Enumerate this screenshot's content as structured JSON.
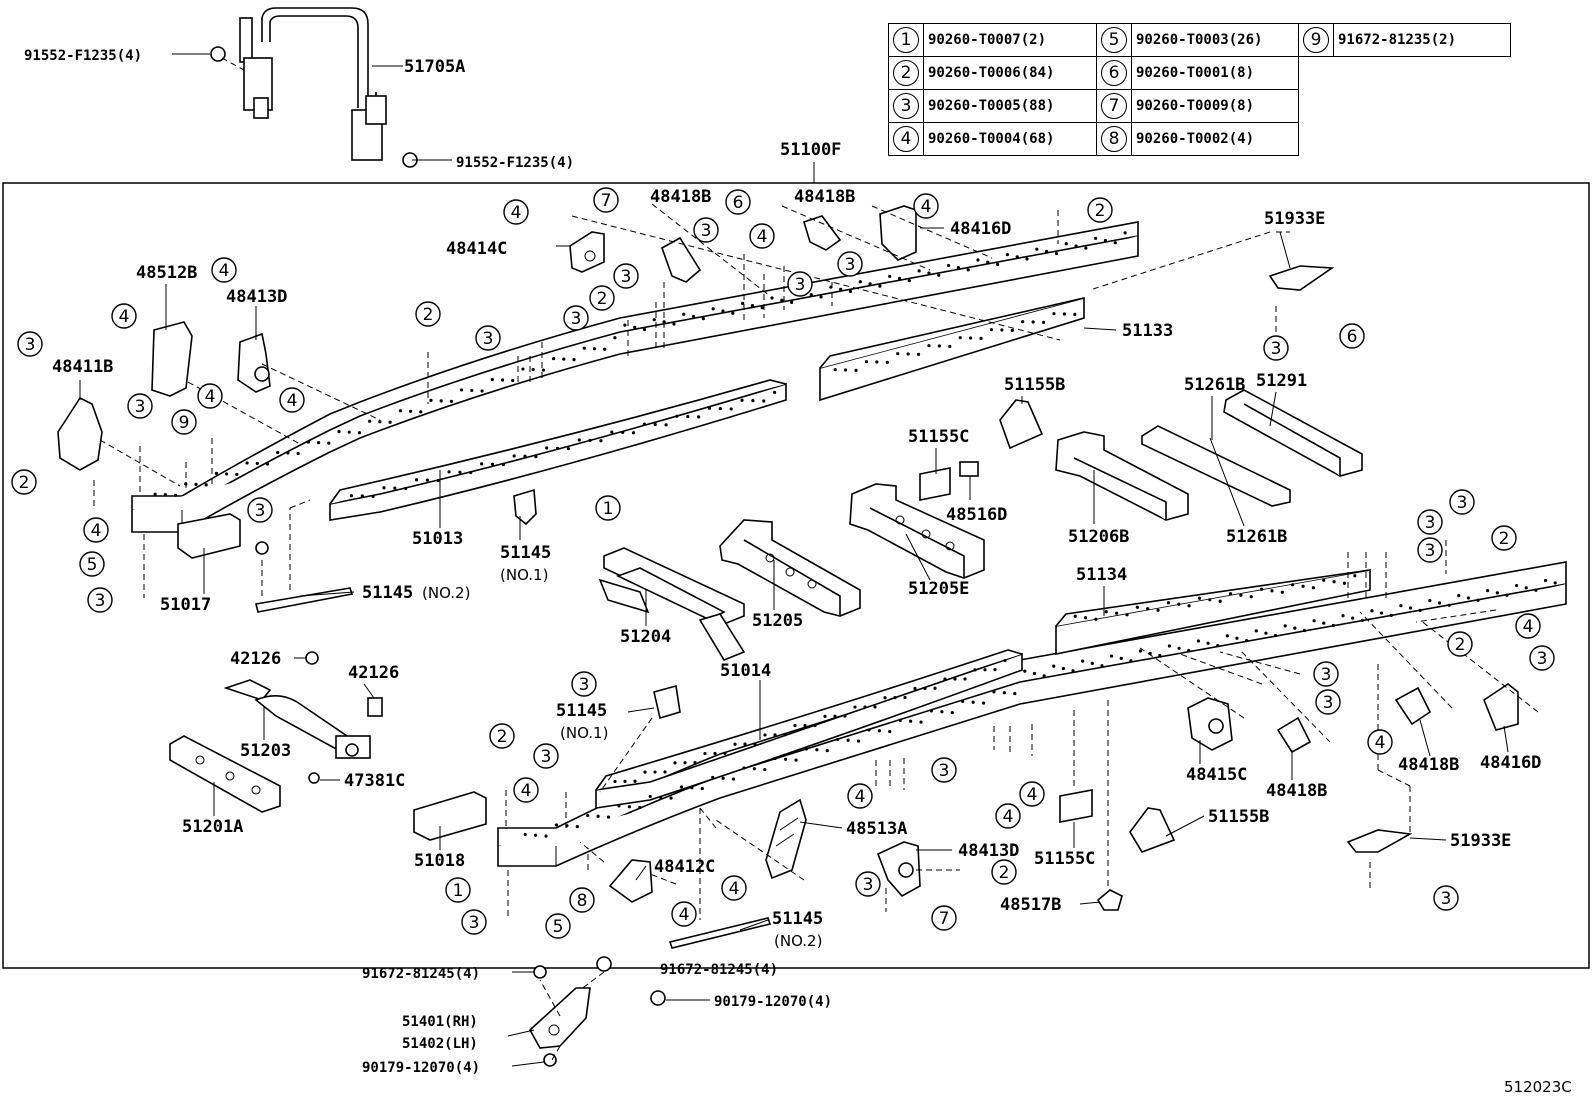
{
  "diagram_id": "512023C",
  "legend": [
    {
      "n": "1",
      "code": "90260-T0007(2)"
    },
    {
      "n": "2",
      "code": "90260-T0006(84)"
    },
    {
      "n": "3",
      "code": "90260-T0005(88)"
    },
    {
      "n": "4",
      "code": "90260-T0004(68)"
    },
    {
      "n": "5",
      "code": "90260-T0003(26)"
    },
    {
      "n": "6",
      "code": "90260-T0001(8)"
    },
    {
      "n": "7",
      "code": "90260-T0009(8)"
    },
    {
      "n": "8",
      "code": "90260-T0002(4)"
    },
    {
      "n": "9",
      "code": "91672-81235(2)"
    }
  ],
  "labels": {
    "p91552a": "91552-F1235(4)",
    "p51705A": "51705A",
    "p91552b": "91552-F1235(4)",
    "p51100F": "51100F",
    "p48418B_1": "48418B",
    "p48418B_2": "48418B",
    "p48416D_1": "48416D",
    "p48414C": "48414C",
    "p51933E_1": "51933E",
    "p48512B": "48512B",
    "p48413D_1": "48413D",
    "p51133": "51133",
    "p48411B": "48411B",
    "p51155B_1": "51155B",
    "p51261B_1": "51261B",
    "p51291": "51291",
    "p51155C_1": "51155C",
    "p48516D": "48516D",
    "p51013": "51013",
    "p51145_1": "51145",
    "no1_a": "(NO.1)",
    "p51017": "51017",
    "p51145_2": "51145",
    "no2_a": "(NO.2)",
    "p51206B": "51206B",
    "p51261B_2": "51261B",
    "p51205E": "51205E",
    "p51204": "51204",
    "p51205": "51205",
    "p51134": "51134",
    "p42126_1": "42126",
    "p42126_2": "42126",
    "p51014": "51014",
    "p51145_3": "51145",
    "no1_b": "(NO.1)",
    "p51203": "51203",
    "p47381C": "47381C",
    "p51201A": "51201A",
    "p51018": "51018",
    "p48412C": "48412C",
    "p48513A": "48513A",
    "p48413D_2": "48413D",
    "p48415C": "48415C",
    "p48418B_3": "48418B",
    "p48418B_4": "48418B",
    "p48416D_2": "48416D",
    "p51155B_2": "51155B",
    "p51933E_2": "51933E",
    "p51155C_2": "51155C",
    "p48517B": "48517B",
    "p51145_4": "51145",
    "no2_b": "(NO.2)",
    "p91672a": "91672-81245(4)",
    "p91672b": "91672-81245(4)",
    "p90179a": "90179-12070(4)",
    "p51401": "51401(RH)",
    "p51402": "51402(LH)",
    "p90179b": "90179-12070(4)"
  },
  "callouts": [
    "4",
    "7",
    "6",
    "4",
    "2",
    "3",
    "4",
    "3",
    "3",
    "4",
    "3",
    "2",
    "3",
    "4",
    "4",
    "3",
    "3",
    "2",
    "4",
    "3",
    "9",
    "3",
    "1",
    "5",
    "3",
    "4",
    "2",
    "3",
    "6",
    "3",
    "3",
    "3",
    "3",
    "3",
    "2",
    "3",
    "2",
    "3",
    "4",
    "4",
    "3",
    "4",
    "4",
    "1",
    "3",
    "5",
    "4",
    "4",
    "3",
    "2",
    "7",
    "8",
    "4",
    "4",
    "2",
    "3",
    "3"
  ]
}
